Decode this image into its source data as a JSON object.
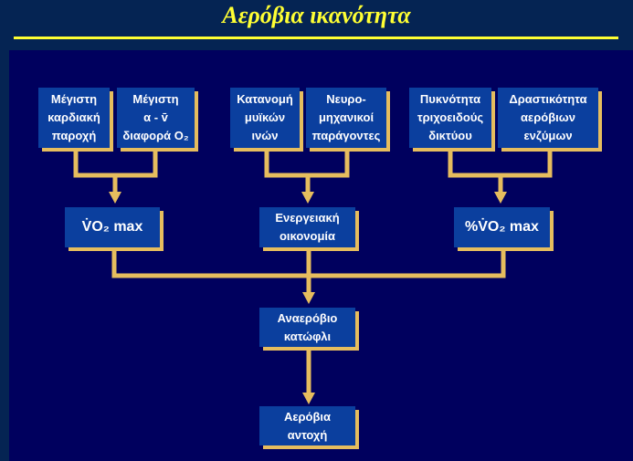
{
  "title": "Αερόβια ικανότητα",
  "colors": {
    "box": "#0b3f9e",
    "connector": "#e6bd5e",
    "title": "#ffff33",
    "panel": "#00005e"
  },
  "top_boxes": [
    {
      "lines": [
        "Μέγιστη",
        "καρδιακή",
        "παροχή"
      ]
    },
    {
      "lines": [
        "Μέγιστη",
        "α - v̄",
        "διαφορά O₂"
      ]
    },
    {
      "lines": [
        "Κατανομή",
        "μυϊκών",
        "ινών"
      ]
    },
    {
      "lines": [
        "Νευρο-",
        "μηχανικοί",
        "παράγοντες"
      ]
    },
    {
      "lines": [
        "Πυκνότητα",
        "τριχοειδούς",
        "δικτύου"
      ]
    },
    {
      "lines": [
        "Δραστικότητα",
        "αερόβιων",
        "ενζύμων"
      ]
    }
  ],
  "middle_boxes": [
    {
      "lines": [
        "V̇O₂ max"
      ]
    },
    {
      "lines": [
        "Ενεργειακή",
        "οικονομία"
      ]
    },
    {
      "lines": [
        "%V̇O₂ max"
      ]
    }
  ],
  "threshold_box": {
    "lines": [
      "Αναερόβιο",
      "κατώφλι"
    ]
  },
  "endurance_box": {
    "lines": [
      "Αερόβια",
      "αντοχή"
    ]
  }
}
